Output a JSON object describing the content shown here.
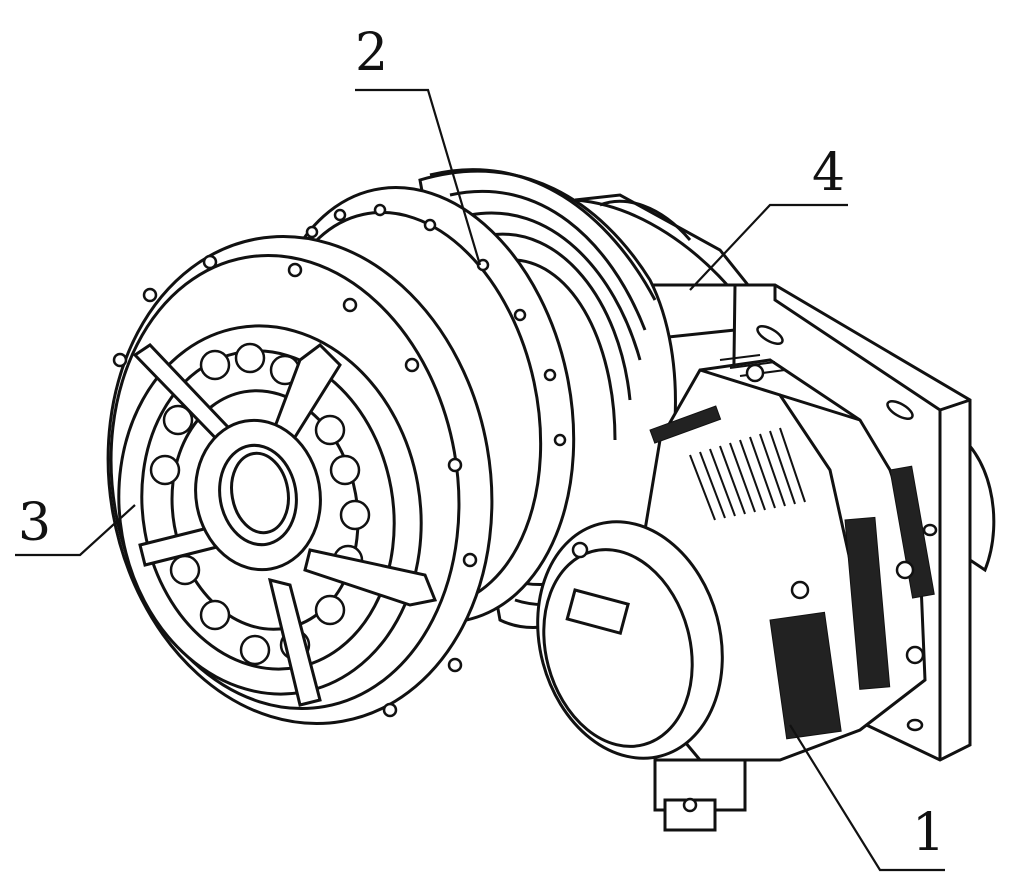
{
  "callouts": {
    "one": "1",
    "two": "2",
    "three": "3",
    "four": "4"
  },
  "colors": {
    "line": "#111111",
    "background": "#ffffff"
  }
}
